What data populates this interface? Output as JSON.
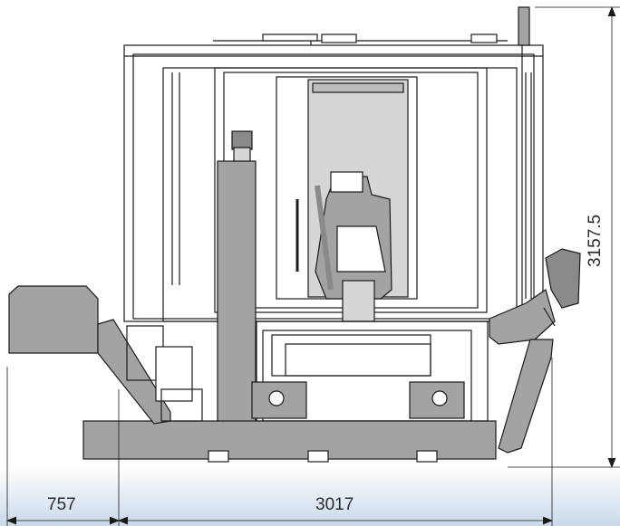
{
  "dimensions": {
    "height": "3157.5",
    "left_width": "757",
    "main_width": "3017"
  },
  "colors": {
    "line": "#1a1a1a",
    "panel_gray": "#a3a3a3",
    "panel_dark": "#8a8a8a",
    "light_gray": "#d6d6d6",
    "floor_gradient": "#c9d9ea"
  }
}
